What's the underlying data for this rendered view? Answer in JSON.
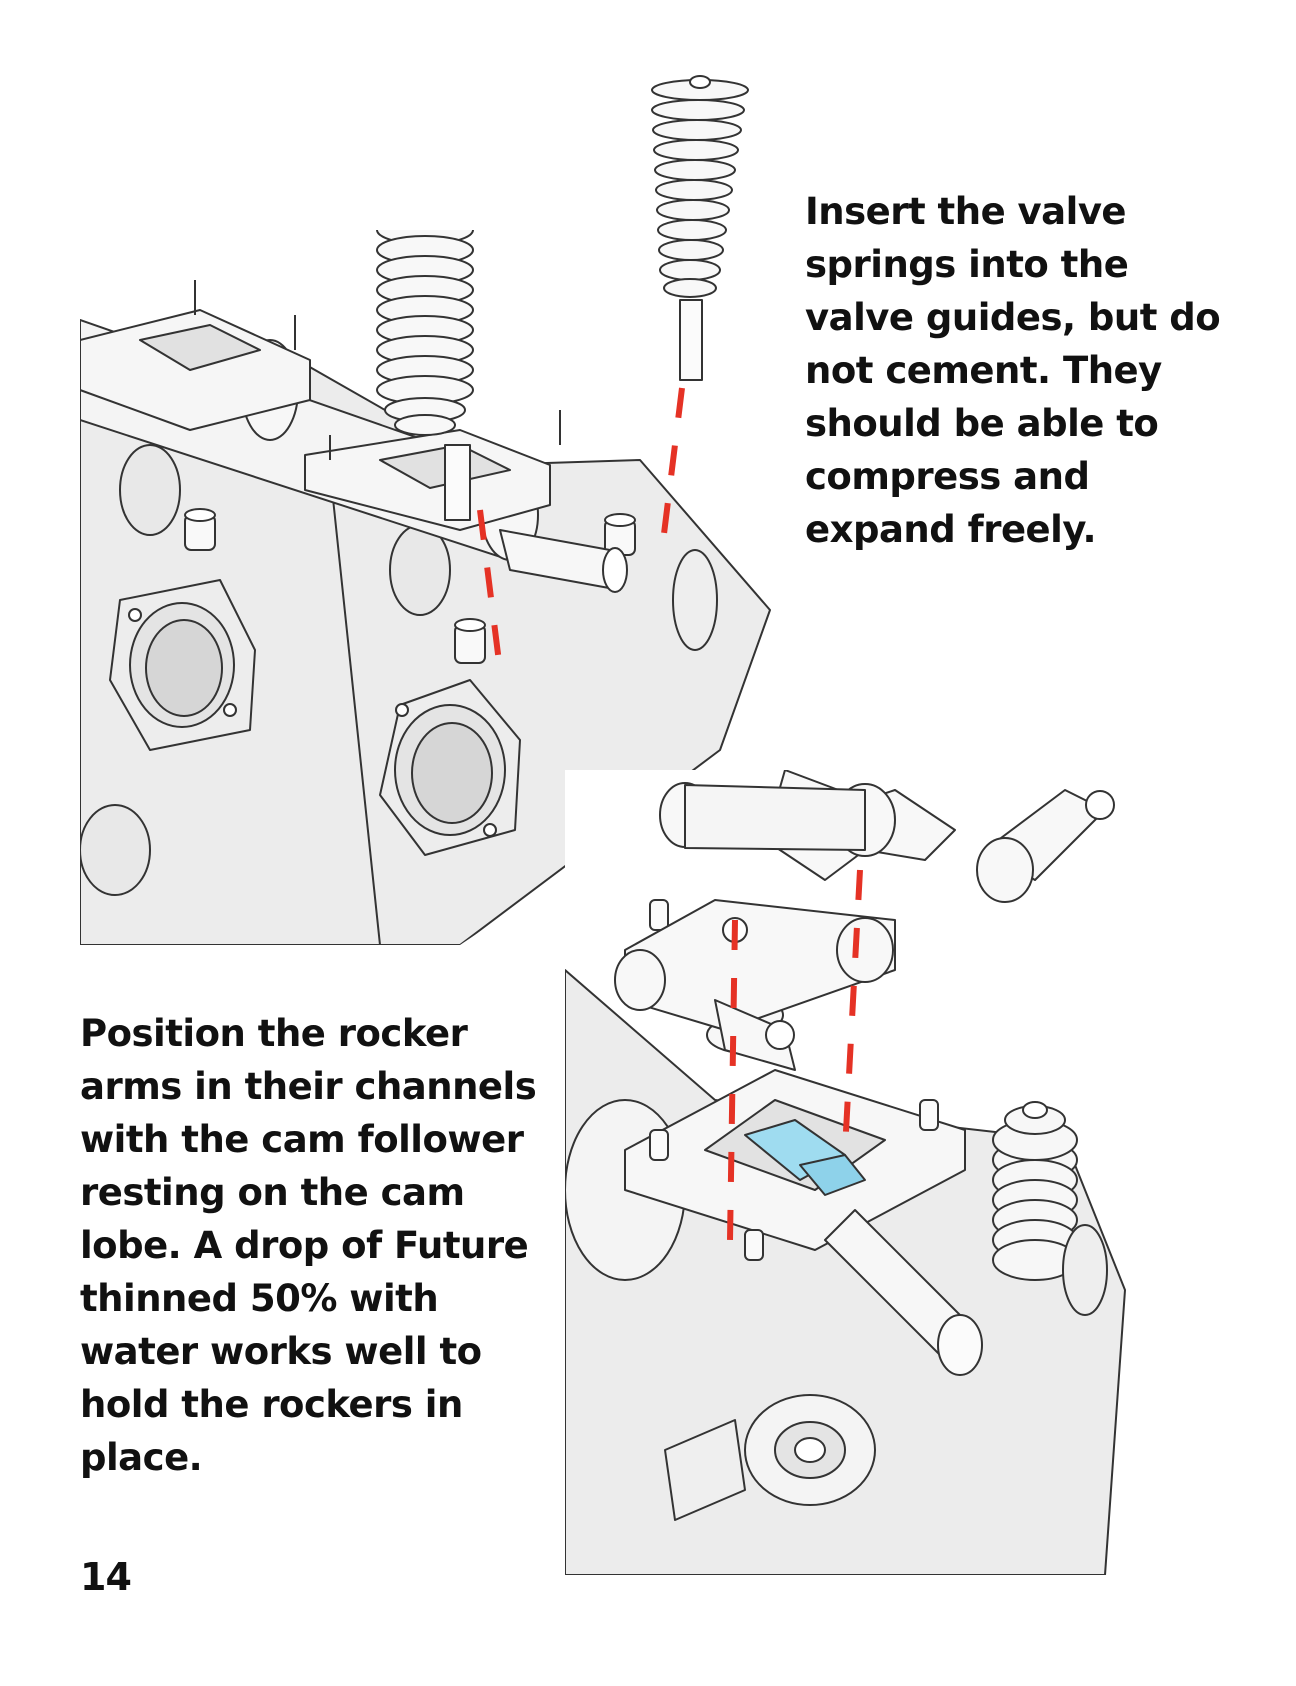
{
  "page": {
    "number": "14"
  },
  "instructions": {
    "valve_springs": "Insert the valve springs into the valve guides, but do not cement. They should be able to compress and expand freely.",
    "rocker_arms": "Position the rocker arms in their channels with the cam follower resting on the cam lobe. A drop of Future thinned 50% with water works well to hold the rockers in place."
  },
  "colors": {
    "guide_line": "#e53225",
    "part_fill": "#f1f1f1",
    "part_outline": "#333333",
    "cam_lobe_highlight": "#9fdcf0"
  }
}
